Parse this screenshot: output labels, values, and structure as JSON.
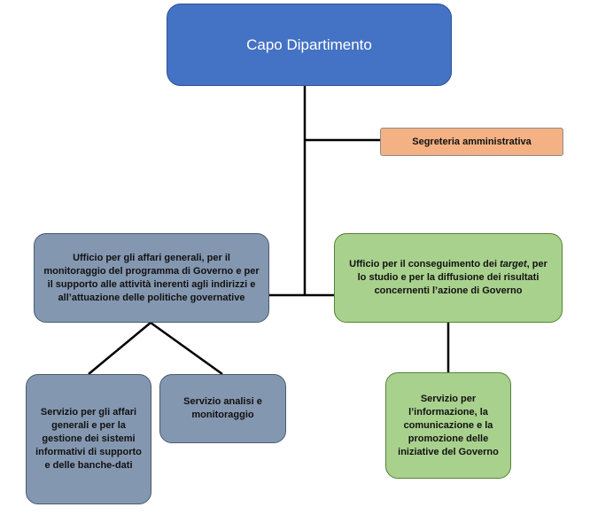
{
  "nodes": {
    "capo": "Capo Dipartimento",
    "segreteria": "Segreteria amministrativa",
    "affari": "Ufficio per gli affari generali, per il monitoraggio del programma di Governo e per il supporto alle attività inerenti agli indirizzi e all’attuazione delle politiche governative",
    "target_before": "Ufficio per il conseguimento dei ",
    "target_italic": "target",
    "target_after": ", per lo studio e per la diffusione dei risultati concernenti l’azione di Governo",
    "servizio_affari": "Servizio per gli affari generali e per la gestione dei sistemi informativi di supporto e delle banche-dati",
    "servizio_analisi": "Servizio analisi e monitoraggio",
    "servizio_info": "Servizio per l’informazione, la comunicazione e la promozione delle iniziative del Governo"
  },
  "colors": {
    "head": "#4472c4",
    "staff": "#f4b183",
    "grey_office": "#8497b0",
    "green_office": "#a9d18e",
    "connector": "#000000"
  }
}
